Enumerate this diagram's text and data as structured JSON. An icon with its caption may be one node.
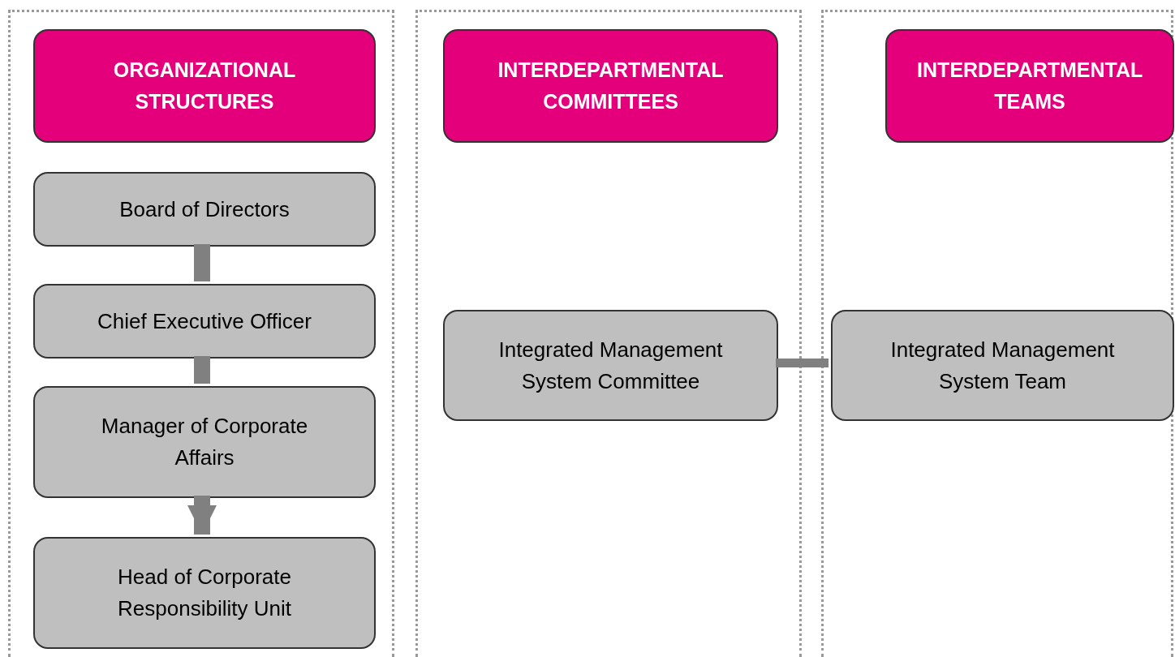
{
  "diagram": {
    "nodes": [
      {
        "text": [],
        "shape": "box"
      },
      {
        "text": [
          "ORGANIZATIONAL STRUCTURES"
        ],
        "in": 0
      },
      {
        "text": [
          "Board of Directors"
        ],
        "in": 0
      },
      {
        "text": [
          "Chief Executive Officer"
        ],
        "in": 0
      },
      {
        "text": [
          "Manager of Corporate Affairs"
        ],
        "in": 0
      },
      {
        "text": [
          "Head of Corporate Responsibility Unit"
        ],
        "in": 0
      },
      {
        "text": [],
        "shape": "box"
      },
      {
        "text": [
          "INTERDEPARTMENTAL COMMITTEES"
        ],
        "in": 6
      },
      {
        "text": [
          "Integrated Management System Committee"
        ],
        "in": 6
      },
      {
        "text": [],
        "shape": "box"
      },
      {
        "text": [
          "INTERDEPARTMENTAL TEAMS"
        ],
        "in": 9
      },
      {
        "text": [
          "Integrated Management System Team"
        ],
        "in": 9
      }
    ],
    "edges": [
      {
        "from": 2,
        "to": 3,
        "arrow": "none"
      },
      {
        "from": 3,
        "to": 4,
        "arrow": "none"
      },
      {
        "from": 4,
        "to": 5,
        "arrow": "to"
      },
      {
        "from": 8,
        "to": 11,
        "arrow": "none"
      }
    ]
  }
}
